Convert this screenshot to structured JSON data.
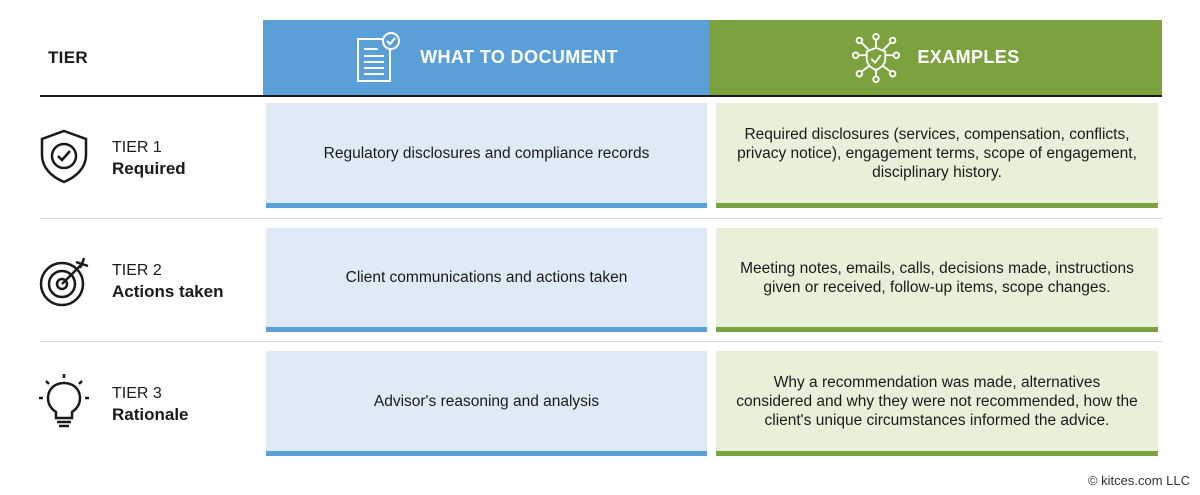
{
  "header": {
    "tier_label": "TIER",
    "document_label": "WHAT TO DOCUMENT",
    "examples_label": "EXAMPLES"
  },
  "rows": [
    {
      "tier": "TIER 1",
      "name": "Required",
      "icon": "shield-check-icon",
      "document": "Regulatory disclosures and compliance records",
      "examples": "Required disclosures (services, compensation, conflicts, privacy notice), engagement terms, scope of engagement, disciplinary history."
    },
    {
      "tier": "TIER 2",
      "name": "Actions taken",
      "icon": "target-arrow-icon",
      "document": "Client communications and actions taken",
      "examples": "Meeting notes, emails, calls, decisions made, instructions given or received, follow-up items, scope changes."
    },
    {
      "tier": "TIER 3",
      "name": "Rationale",
      "icon": "lightbulb-icon",
      "document": "Advisor's reasoning and analysis",
      "examples": "Why a recommendation was made, alternatives considered and why they were not recommended, how the client's unique circumstances informed the advice."
    }
  ],
  "footer": {
    "copyright": "© kitces.com LLC"
  },
  "colors": {
    "blue": "#5b9fd8",
    "green": "#7ba23f",
    "light_blue": "#deeaf6",
    "light_green": "#e8f0da"
  }
}
